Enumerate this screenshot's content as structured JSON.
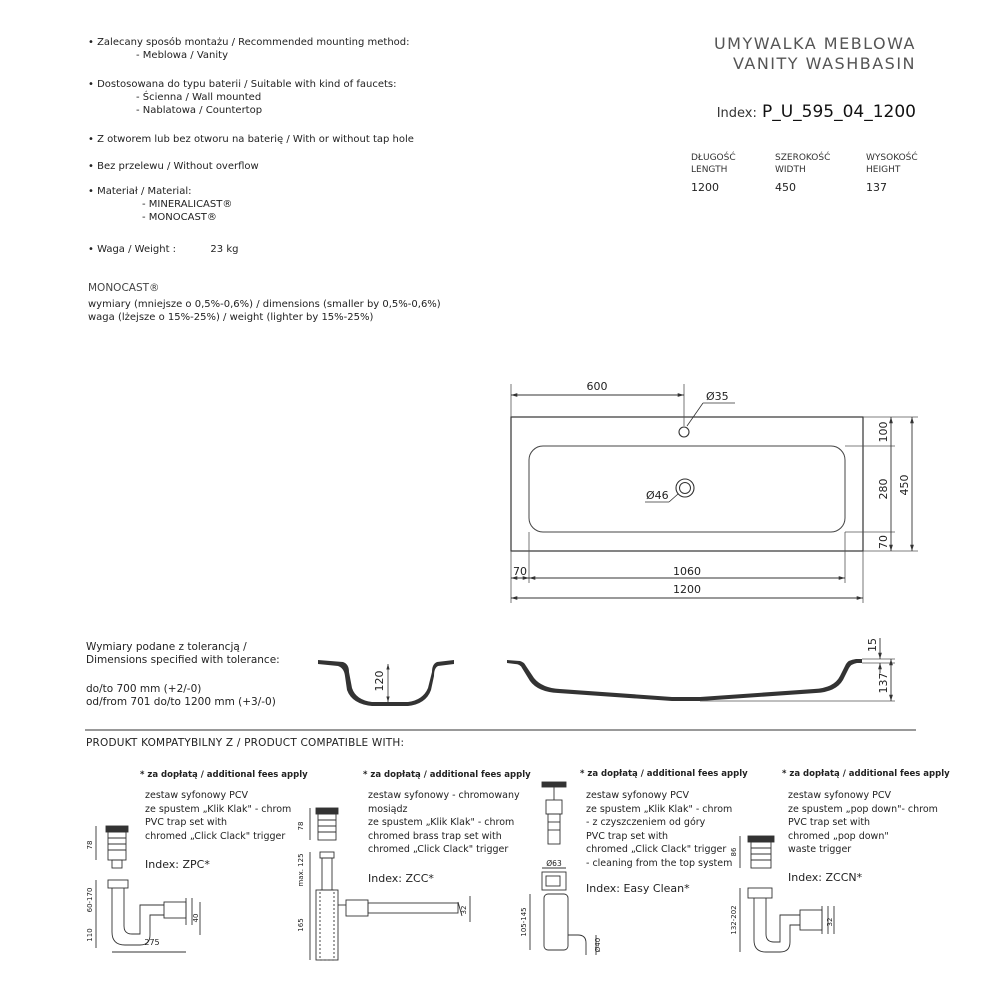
{
  "spec_list": {
    "mounting": {
      "label": "• Zalecany sposób montażu / Recommended mounting method:",
      "value": "- Meblowa / Vanity"
    },
    "faucets": {
      "label": "• Dostosowana do typu baterii / Suitable with kind of faucets:",
      "values": [
        "- Ścienna / Wall mounted",
        "- Nablatowa / Countertop"
      ]
    },
    "tap_hole": "• Z otworem lub bez otworu na baterię / With or without tap hole",
    "overflow": "• Bez przelewu / Without overflow",
    "material": {
      "label": "• Materiał / Material:",
      "values": [
        "- MINERALICAST®",
        "- MONOCAST®"
      ]
    },
    "weight": {
      "label": "• Waga / Weight :",
      "value": "23 kg"
    }
  },
  "monocast_note": {
    "title": "MONOCAST®",
    "lines": [
      "wymiary (mniejsze o 0,5%-0,6%) / dimensions (smaller by 0,5%-0,6%)",
      "waga (lżejsze o 15%-25%) / weight (lighter by 15%-25%)"
    ]
  },
  "product": {
    "title_pl": "UMYWALKA MEBLOWA",
    "title_en": "VANITY WASHBASIN",
    "index_label": "Index:",
    "index_value": "P_U_595_04_1200"
  },
  "dimensions_table": [
    {
      "header_pl": "DŁUGOŚĆ",
      "header_en": "LENGTH",
      "value": "1200"
    },
    {
      "header_pl": "SZEROKOŚĆ",
      "header_en": "WIDTH",
      "value": "450"
    },
    {
      "header_pl": "WYSOKOŚĆ",
      "header_en": "HEIGHT",
      "value": "137"
    }
  ],
  "drawing_labels": {
    "d600": "600",
    "tap": "Ø35",
    "drain": "Ø46",
    "d100": "100",
    "d280": "280",
    "d70v": "70",
    "d450": "450",
    "d70h": "70",
    "d1060": "1060",
    "d1200": "1200",
    "d120": "120",
    "d15": "15",
    "d137": "137"
  },
  "tolerance": {
    "lines": [
      "Wymiary podane z tolerancją /",
      "Dimensions specified with tolerance:"
    ],
    "values": [
      "do/to 700 mm (+2/-0)",
      "od/from 701 do/to 1200 mm (+3/-0)"
    ]
  },
  "compatible": {
    "title": "PRODUKT KOMPATYBILNY Z / PRODUCT COMPATIBLE WITH:",
    "products": [
      {
        "fee": "* za dopłatą / additional fees apply",
        "desc": [
          "zestaw syfonowy PCV",
          "ze spustem „Klik Klak\" - chrom",
          "PVC trap set with",
          "chromed „Click Clack\" trigger"
        ],
        "index": "Index: ZPC*"
      },
      {
        "fee": "* za dopłatą / additional fees apply",
        "desc": [
          "zestaw syfonowy - chromowany",
          "mosiądz",
          "ze spustem „Klik Klak\" - chrom",
          "chromed brass trap set with",
          "chromed „Click Clack\" trigger"
        ],
        "index": "Index: ZCC*"
      },
      {
        "fee": "* za dopłatą / additional fees apply",
        "desc": [
          "zestaw syfonowy PCV",
          "ze spustem „Klik Klak\" - chrom",
          "- z czyszczeniem od góry",
          "PVC trap set with",
          "chromed „Click Clack\" trigger",
          "- cleaning from the top system"
        ],
        "index": "Index: Easy Clean*"
      },
      {
        "fee": "* za dopłatą / additional fees apply",
        "desc": [
          "zestaw syfonowy PCV",
          "ze spustem „pop down\"- chrom",
          "PVC trap set with",
          "chromed „pop down\"",
          "waste trigger"
        ],
        "index": "Index: ZCCN*"
      }
    ],
    "part_labels": {
      "p1": [
        "78",
        "60-170",
        "110",
        "275",
        "40"
      ],
      "p2": [
        "78",
        "max. 125",
        "165",
        "32"
      ],
      "p3": [
        "Ø63",
        "105-145",
        "Ø40"
      ],
      "p4": [
        "86",
        "132-202",
        "32"
      ]
    }
  }
}
